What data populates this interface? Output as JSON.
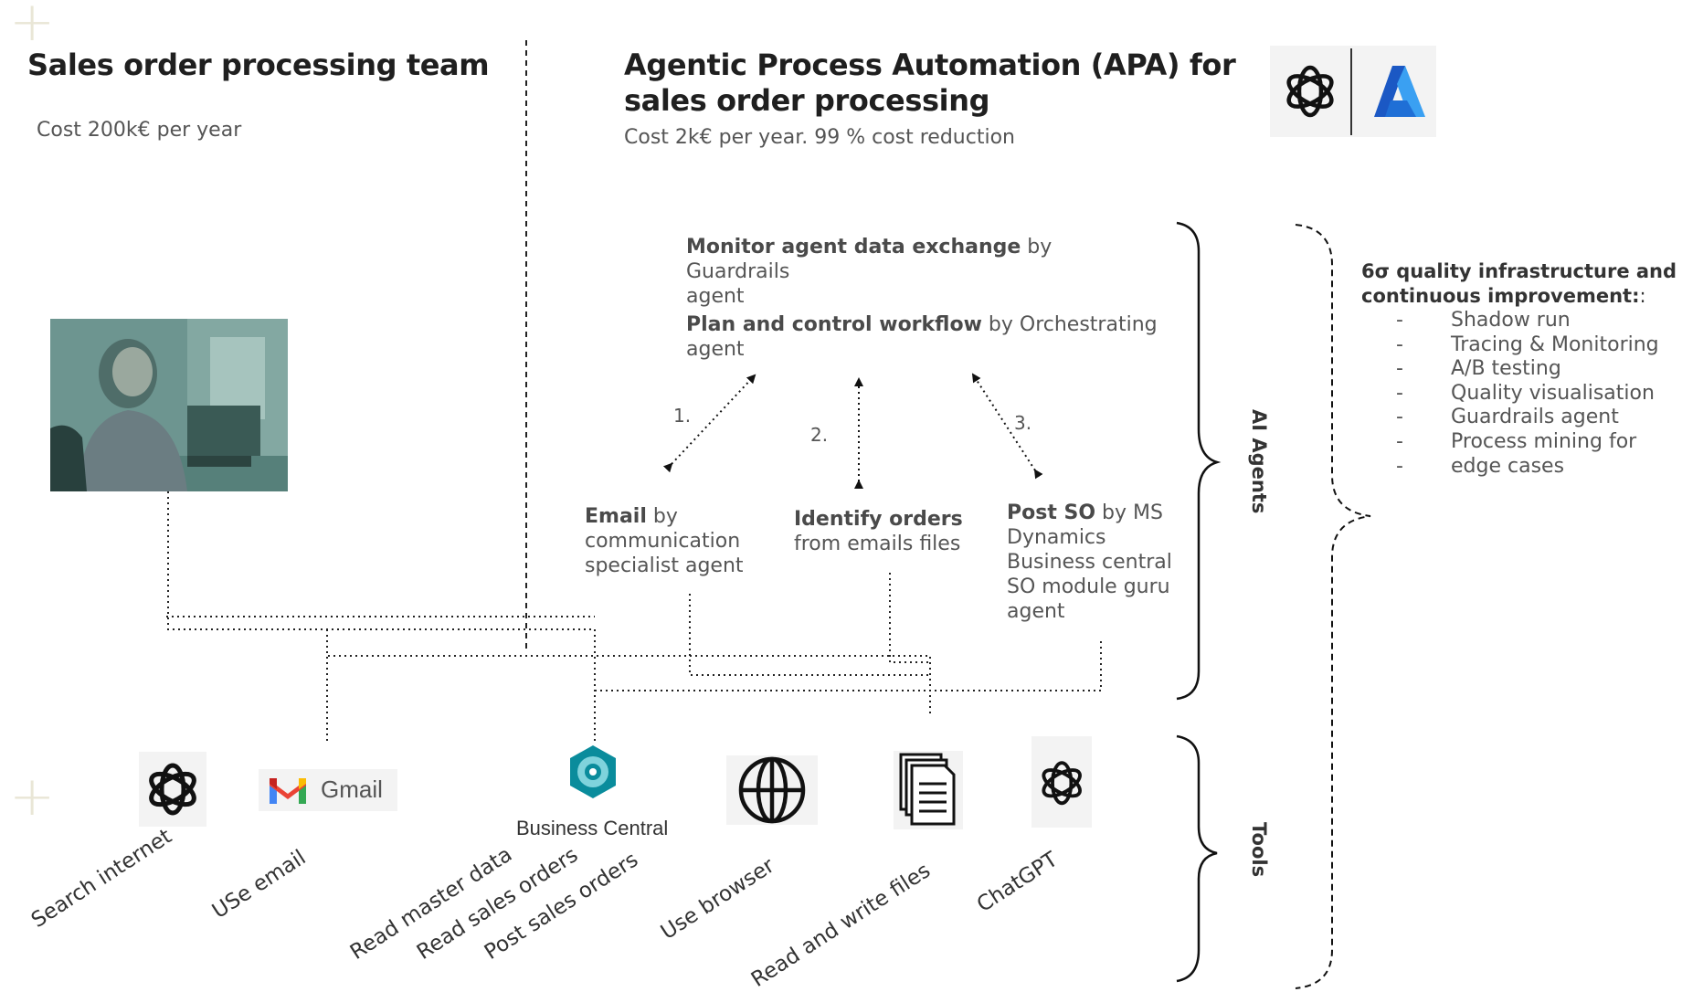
{
  "left": {
    "title": "Sales order processing team",
    "cost": "Cost 200k€ per year"
  },
  "right": {
    "title_line1": "Agentic Process Automation (APA) for",
    "title_line2": "sales order processing",
    "cost": "Cost 2k€ per year. 99 % cost reduction"
  },
  "agents": {
    "monitor_bold": "Monitor agent data exchange",
    "monitor_rest_1": " by Guardrails",
    "monitor_rest_2": "agent",
    "plan_bold": "Plan and control workflow",
    "plan_rest_1": " by Orchestrating",
    "plan_rest_2": "agent",
    "email_bold": "Email",
    "email_rest_1": " by",
    "email_rest_2": "communication",
    "email_rest_3": "specialist agent",
    "identify_bold": "Identify orders",
    "identify_rest": "from emails files",
    "post_bold": "Post SO",
    "post_rest_1": " by MS",
    "post_rest_2": "Dynamics",
    "post_rest_3": "Business central",
    "post_rest_4": "SO module guru",
    "post_rest_5": "agent"
  },
  "steps": [
    "1.",
    "2.",
    "3."
  ],
  "brace_labels": {
    "agents": "AI Agents",
    "tools": "Tools"
  },
  "quality": {
    "title_line1": "6σ quality infrastructure and",
    "title_line2": "continuous improvement:",
    "title_suffix": ":",
    "items": [
      "Shadow run",
      "Tracing & Monitoring",
      "A/B testing",
      "Quality visualisation",
      "Guardrails agent",
      "Process mining for",
      "edge cases"
    ]
  },
  "tools": {
    "gmail_label": "Gmail",
    "bc_label": "Business Central"
  },
  "actions": [
    "Search internet",
    "USe email",
    "Read master data",
    "Read sales orders",
    "Post  sales orders",
    "Use browser",
    "Read and write files",
    "ChatGPT"
  ],
  "icons": [
    "openai-icon",
    "azure-icon",
    "gmail-icon",
    "business-central-icon",
    "globe-icon",
    "files-icon"
  ],
  "colors": {
    "title": "#1f1f1f",
    "text": "#555555",
    "gmail_red": "#EA4335",
    "bc_teal": "#0a8c9c",
    "azure_blue": "#1f6fd6"
  }
}
